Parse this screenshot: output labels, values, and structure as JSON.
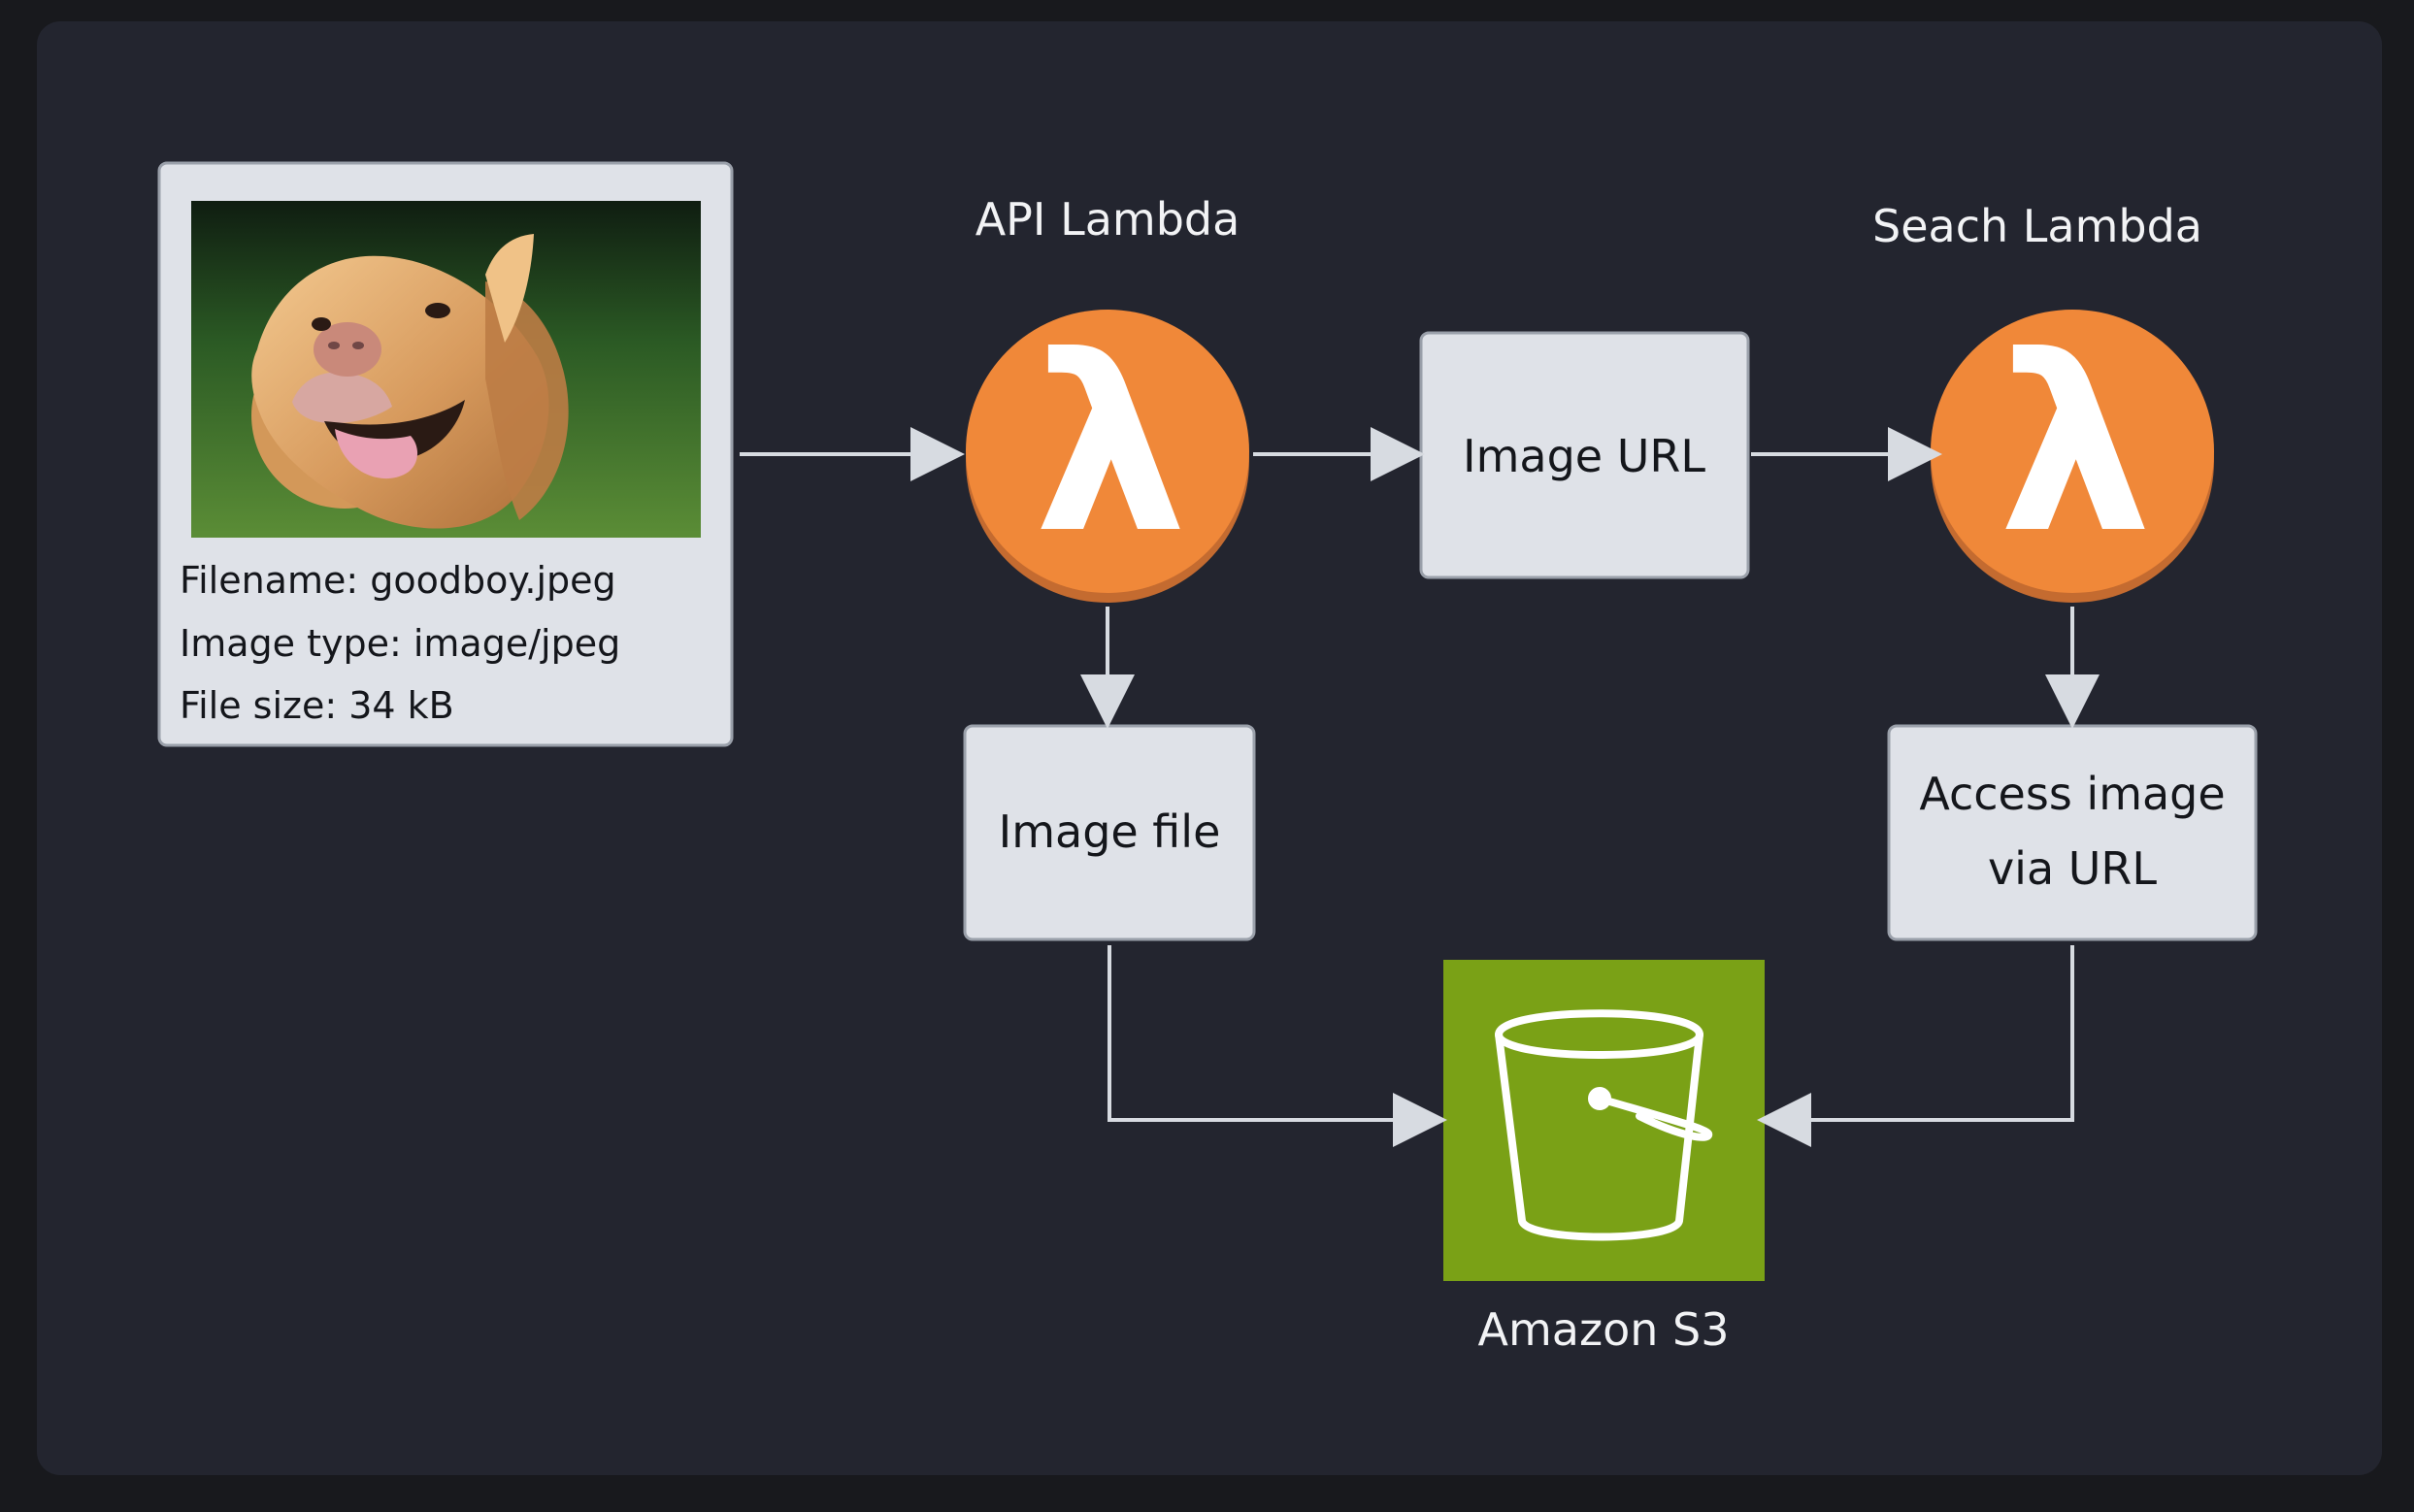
{
  "diagram": {
    "image_card": {
      "filename_line": "Filename: goodboy.jpeg",
      "type_line": "Image type: image/jpeg",
      "size_line": "File size: 34 kB"
    },
    "api_lambda": {
      "label": "API Lambda",
      "symbol": "λ"
    },
    "search_lambda": {
      "label": "Seach Lambda",
      "symbol": "λ"
    },
    "image_url_box": {
      "label": "Image URL"
    },
    "image_file_box": {
      "label": "Image file"
    },
    "access_box": {
      "line1": "Access image",
      "line2": "via URL"
    },
    "s3": {
      "label": "Amazon S3"
    },
    "colors": {
      "panel": "#23252f",
      "box_fill": "#dfe2e8",
      "lambda_orange": "#f08839",
      "lambda_shadow": "#c46b30",
      "s3_green": "#7aa116",
      "arrow": "#d7dbe1"
    }
  }
}
